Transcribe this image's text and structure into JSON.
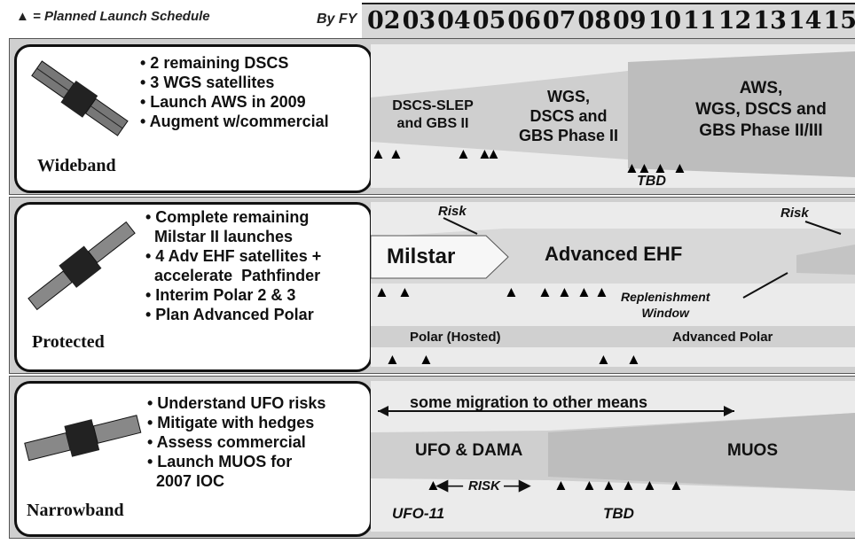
{
  "legend": "▲ = Planned Launch Schedule",
  "by_fy": "By FY",
  "years": [
    "02",
    "03",
    "04",
    "05",
    "06",
    "07",
    "08",
    "09",
    "10",
    "11",
    "12",
    "13",
    "14",
    "15"
  ],
  "wideband": {
    "category": "Wideband",
    "bullets": [
      "• 2 remaining DSCS",
      "• 3 WGS satellites",
      "• Launch AWS in 2009",
      "• Augment w/commercial"
    ],
    "phase1": "DSCS-SLEP\nand GBS II",
    "phase2": "WGS,\nDSCS and\nGBS Phase II",
    "phase3": "AWS,\nWGS, DSCS and\nGBS Phase II/III",
    "tbd": "TBD"
  },
  "protected": {
    "category": "Protected",
    "bullets": [
      "• Complete remaining",
      "  Milstar II launches",
      "• 4 Adv EHF satellites +",
      "  accelerate  Pathfinder",
      "• Interim Polar 2 & 3",
      "• Plan Advanced Polar"
    ],
    "risk1": "Risk",
    "risk2": "Risk",
    "milstar": "Milstar",
    "aehf": "Advanced EHF",
    "replenishment": "Replenishment\nWindow",
    "polar_hosted": "Polar (Hosted)",
    "adv_polar": "Advanced Polar"
  },
  "narrowband": {
    "category": "Narrowband",
    "bullets": [
      "• Understand UFO risks",
      "• Mitigate with hedges",
      "• Assess commercial",
      "• Launch MUOS for",
      "  2007 IOC"
    ],
    "migration": "some migration to other means",
    "ufo_dama": "UFO & DAMA",
    "muos": "MUOS",
    "risk": "RISK",
    "ufo11": "UFO-11",
    "tbd": "TBD"
  }
}
